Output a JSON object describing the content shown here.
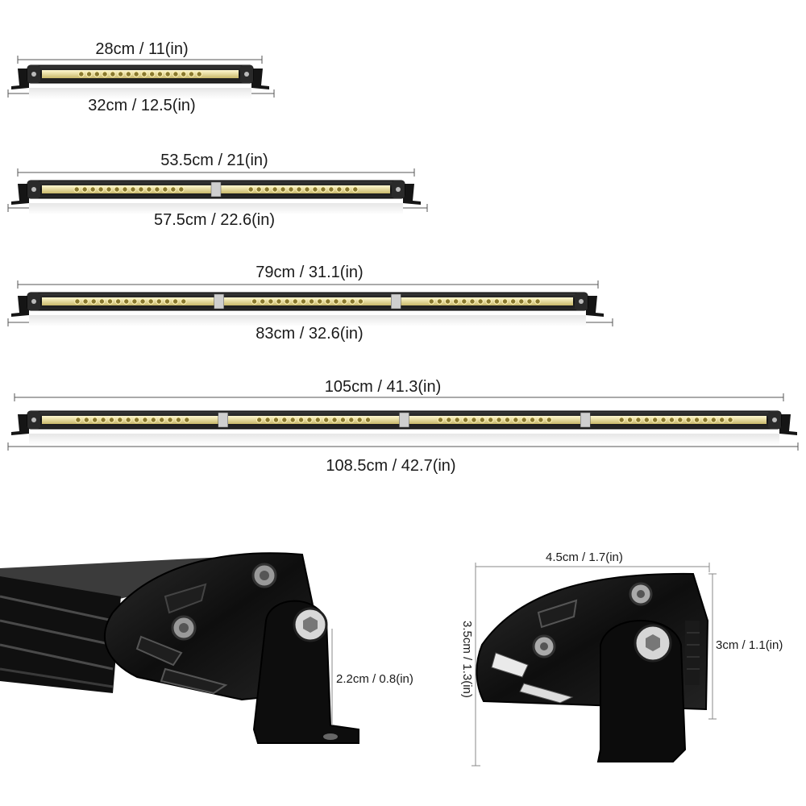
{
  "light_bars": [
    {
      "inner_label": "28cm / 11(in)",
      "outer_label": "32cm / 12.5(in)",
      "led_groups": 1
    },
    {
      "inner_label": "53.5cm / 21(in)",
      "outer_label": "57.5cm / 22.6(in)",
      "led_groups": 2
    },
    {
      "inner_label": "79cm / 31.1(in)",
      "outer_label": "83cm / 32.6(in)",
      "led_groups": 3
    },
    {
      "inner_label": "105cm / 41.3(in)",
      "outer_label": "108.5cm / 42.7(in)",
      "led_groups": 4
    }
  ],
  "bracket_closeup": {
    "height_label": "2.2cm / 0.8(in)"
  },
  "end_view": {
    "width_label": "4.5cm / 1.7(in)",
    "height_label": "3.5cm / 1.3(in)",
    "body_height_label": "3cm / 1.1(in)"
  },
  "colors": {
    "housing": "#1b1b1b",
    "led": "#f2e8b0",
    "bracket": "#151515",
    "dimension_line": "#555555"
  }
}
